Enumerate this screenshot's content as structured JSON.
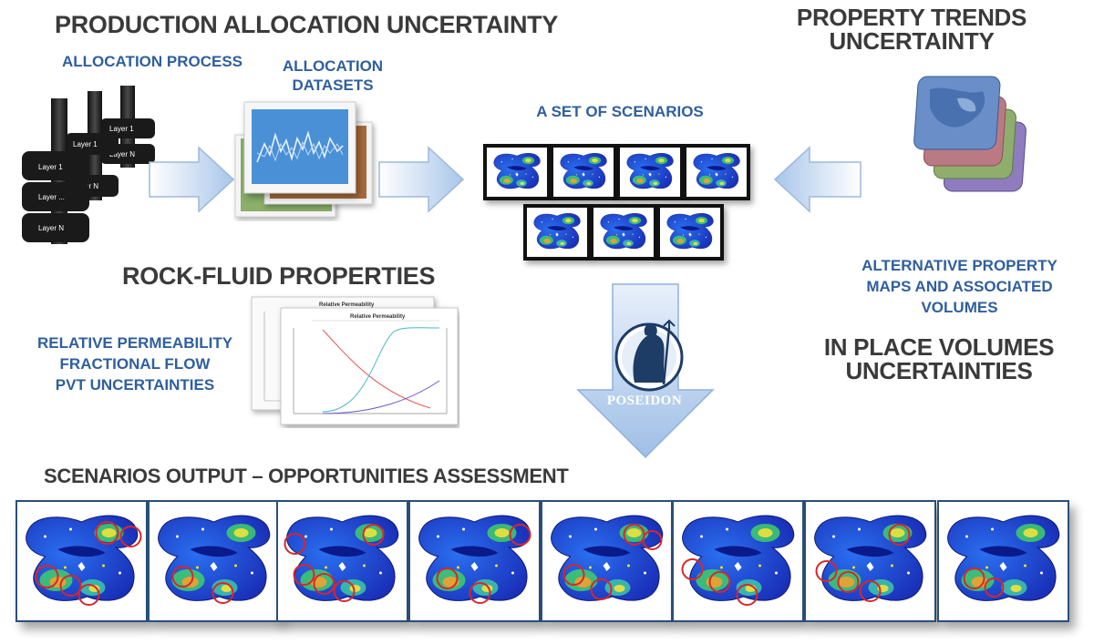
{
  "titles": {
    "production_allocation": "PRODUCTION ALLOCATION UNCERTAINTY",
    "property_trends_line1": "PROPERTY TRENDS",
    "property_trends_line2": "UNCERTAINTY",
    "rock_fluid": "ROCK-FLUID PROPERTIES",
    "in_place_line1": "IN PLACE VOLUMES",
    "in_place_line2": "UNCERTAINTIES",
    "scenarios_output": "SCENARIOS OUTPUT – OPPORTUNITIES ASSESSMENT"
  },
  "labels": {
    "allocation_process": "ALLOCATION PROCESS",
    "allocation_datasets_line1": "ALLOCATION",
    "allocation_datasets_line2": "DATASETS",
    "set_of_scenarios": "A SET OF SCENARIOS",
    "alt_maps_line1": "ALTERNATIVE PROPERTY",
    "alt_maps_line2": "MAPS AND ASSOCIATED",
    "alt_maps_line3": "VOLUMES",
    "poseidon": "POSEIDON"
  },
  "rock_fluid_items": [
    "RELATIVE PERMEABILITY",
    "FRACTIONAL FLOW",
    "PVT UNCERTAINTIES"
  ],
  "layers": {
    "layer_1": "Layer 1",
    "layer_dots": "Layer ...",
    "layer_n": "Layer N"
  },
  "chart_caption": "Relative Permeability",
  "colors": {
    "heading_dark": "#3a3a3a",
    "heading_blue": "#2f5f9e",
    "arrow_fill_light": "#ffffff",
    "arrow_fill_dark": "#a9c6ea",
    "map_blue": "#1f3fd6",
    "circle_red": "#d9262b"
  }
}
